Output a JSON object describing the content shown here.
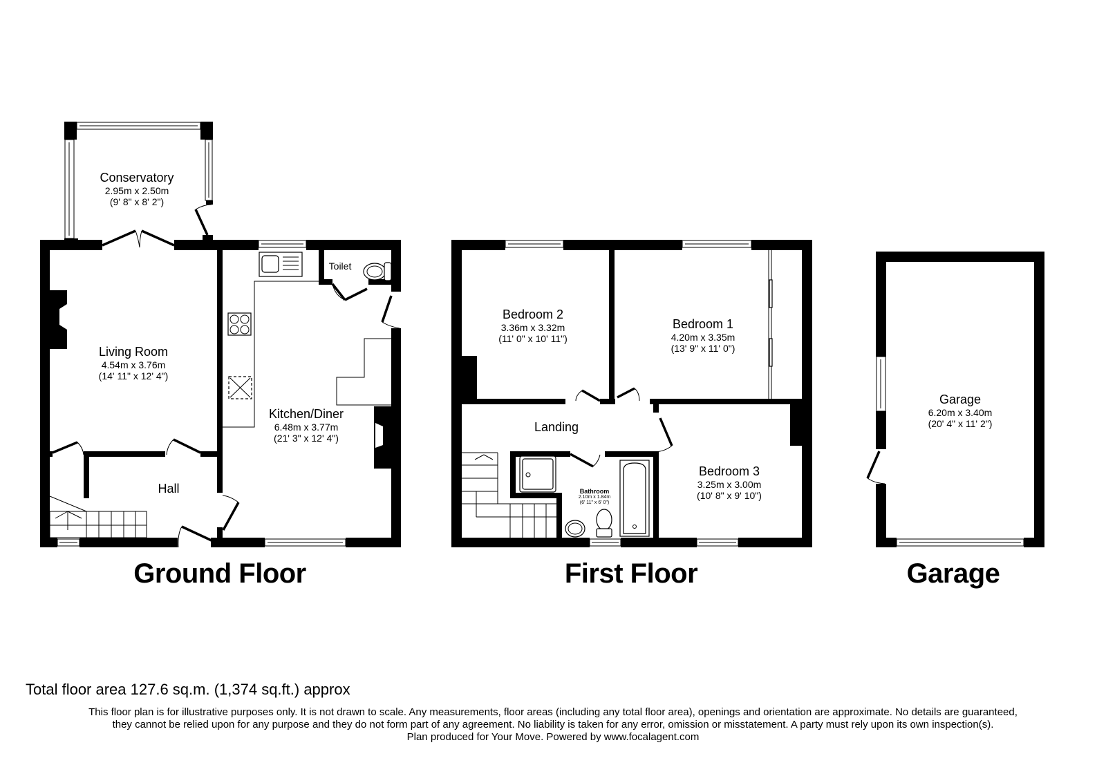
{
  "floors": [
    {
      "id": "ground",
      "title": "Ground Floor",
      "rooms": [
        {
          "name": "Conservatory",
          "metric": "2.95m x 2.50m",
          "imperial": "(9' 8\" x 8' 2\")"
        },
        {
          "name": "Living Room",
          "metric": "4.54m x 3.76m",
          "imperial": "(14' 11\" x 12' 4\")"
        },
        {
          "name": "Kitchen/Diner",
          "metric": "6.48m x 3.77m",
          "imperial": "(21' 3\" x 12' 4\")"
        },
        {
          "name": "Toilet"
        },
        {
          "name": "Hall"
        }
      ]
    },
    {
      "id": "first",
      "title": "First Floor",
      "rooms": [
        {
          "name": "Bedroom 2",
          "metric": "3.36m x 3.32m",
          "imperial": "(11' 0\" x 10' 11\")"
        },
        {
          "name": "Bedroom 1",
          "metric": "4.20m x 3.35m",
          "imperial": "(13' 9\" x 11' 0\")"
        },
        {
          "name": "Landing"
        },
        {
          "name": "Bathroom",
          "metric": "2.10m x 1.84m",
          "imperial": "(6' 11\" x 6' 0\")"
        },
        {
          "name": "Bedroom 3",
          "metric": "3.25m x 3.00m",
          "imperial": "(10' 8\" x 9' 10\")"
        }
      ]
    },
    {
      "id": "garage",
      "title": "Garage",
      "rooms": [
        {
          "name": "Garage",
          "metric": "6.20m x 3.40m",
          "imperial": "(20' 4\" x 11' 2\")"
        }
      ]
    }
  ],
  "footer": {
    "total_area": "Total floor area 127.6 sq.m. (1,374 sq.ft.) approx",
    "disclaimer_lines": [
      "This floor plan is for illustrative purposes only. It is not drawn to scale. Any measurements, floor areas (including any total floor area), openings and orientation are approximate. No details are guaranteed,",
      "they cannot be relied upon for any purpose and they do not form part of any agreement. No liability is taken for any error, omission or misstatement. A party must rely upon its own inspection(s).",
      "Plan produced for Your Move. Powered by www.focalagent.com"
    ]
  },
  "colors": {
    "wall": "#000000",
    "background": "#ffffff",
    "fixture_line": "#000000"
  }
}
